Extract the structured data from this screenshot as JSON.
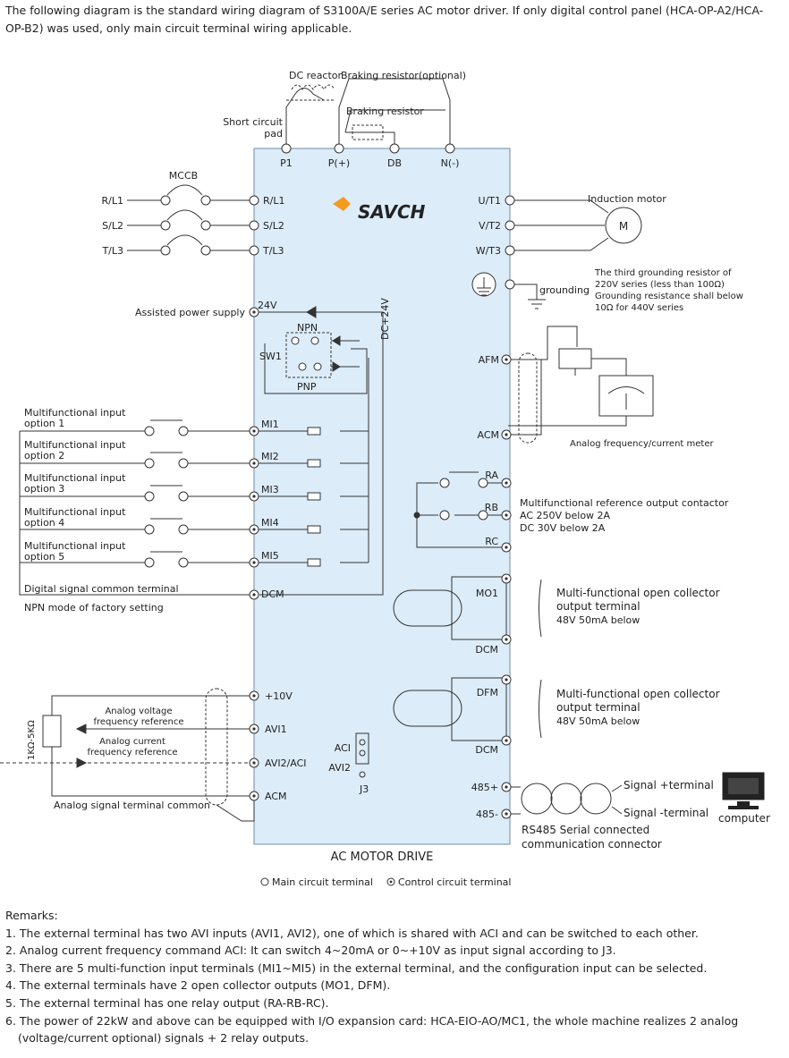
{
  "intro": "The following diagram is the standard wiring diagram of S3100A/E series AC motor driver. If only digital control panel (HCA-OP-A2/HCA-OP-B2) was used, only main circuit terminal wiring applicable.",
  "colors": {
    "drive_fill": "#dcecf9",
    "drive_stroke": "#6f8ba3",
    "logo_orange": "#f39b1f",
    "logo_blue": "#1f5a96"
  },
  "logo": "SAVCH",
  "top": {
    "dc_reactor": "DC reactor",
    "braking_resistor_optional": "Braking resistor(optional)",
    "braking_resistor": "Braking resistor",
    "short_circuit_1": "Short circuit",
    "short_circuit_2": "pad",
    "terminals": [
      "P1",
      "P(+)",
      "DB",
      "N(-)"
    ]
  },
  "power": {
    "mccb": "MCCB",
    "inputs": [
      "R/L1",
      "S/L2",
      "T/L3"
    ],
    "drive_inputs": [
      "R/L1",
      "S/L2",
      "T/L3"
    ],
    "outputs": [
      "U/T1",
      "V/T2",
      "W/T3"
    ],
    "motor": "Induction motor",
    "motor_symbol": "M"
  },
  "grounding": {
    "label": "grounding",
    "note": [
      "The third grounding resistor of",
      "220V series (less than 100Ω)",
      "Grounding resistance shall below",
      "10Ω for 440V series"
    ]
  },
  "aux": {
    "assisted": "Assisted power supply",
    "v24": "24V",
    "dc24": "DC+24V",
    "npn": "NPN",
    "pnp": "PNP",
    "sw1": "SW1"
  },
  "inputs": {
    "labels": [
      [
        "Multifunctional input",
        "option 1"
      ],
      [
        "Multifunctional input",
        "option 2"
      ],
      [
        "Multifunctional input",
        "option 3"
      ],
      [
        "Multifunctional input",
        "option 4"
      ],
      [
        "Multifunctional input",
        "option 5"
      ]
    ],
    "terminals": [
      "MI1",
      "MI2",
      "MI3",
      "MI4",
      "MI5"
    ],
    "dcm": "DCM",
    "common": "Digital signal common terminal",
    "npn_note": "NPN mode of factory setting"
  },
  "analog_out": {
    "afm": "AFM",
    "acm": "ACM",
    "meter": "Analog frequency/current meter"
  },
  "relay": {
    "terminals": [
      "RA",
      "RB",
      "RC"
    ],
    "desc": [
      "Multifunctional reference output contactor",
      "AC 250V below 2A",
      "DC 30V below 2A"
    ]
  },
  "open_collector": [
    {
      "terminal": "MO1",
      "dcm": "DCM",
      "desc": [
        "Multi-functional open collector",
        "output terminal",
        "48V 50mA below"
      ]
    },
    {
      "terminal": "DFM",
      "dcm": "DCM",
      "desc": [
        "Multi-functional open collector",
        "output terminal",
        "48V 50mA below"
      ]
    }
  ],
  "analog_in": {
    "terminals": [
      "+10V",
      "AVI1",
      "AVI2/ACI",
      "ACM"
    ],
    "resistor": "1KΩ-5KΩ",
    "voltage_ref": [
      "Analog voltage",
      "frequency reference"
    ],
    "current_ref": [
      "Analog current",
      "frequency reference"
    ],
    "common": "Analog signal terminal common",
    "aci": "ACI",
    "avi2": "AVI2",
    "j3": "J3"
  },
  "rs485": {
    "plus": "485+",
    "minus": "485-",
    "sig_plus": "Signal +terminal",
    "sig_minus": "Signal -terminal",
    "computer": "computer",
    "desc": [
      "RS485 Serial connected",
      "communication connector"
    ]
  },
  "drive_title": "AC MOTOR DRIVE",
  "legend": {
    "main": "Main circuit terminal",
    "control": "Control circuit terminal"
  },
  "remarks": {
    "title": "Remarks:",
    "items": [
      "1. The external terminal has two AVI inputs (AVI1, AVI2), one of which is shared with ACI and can be switched to each other.",
      "2. Analog current frequency command ACI: It can switch 4~20mA or 0~+10V as input signal according to J3.",
      "3. There are 5 multi-function input terminals (MI1~MI5) in the external terminal, and the configuration input can be selected.",
      "4. The external terminals have 2 open collector outputs (MO1, DFM).",
      "5. The external terminal has one relay output (RA-RB-RC).",
      "6. The power of 22kW and above can be equipped with I/O expansion card: HCA-EIO-AO/MC1, the whole machine realizes 2 analog (voltage/current optional) signals + 2 relay outputs."
    ]
  }
}
